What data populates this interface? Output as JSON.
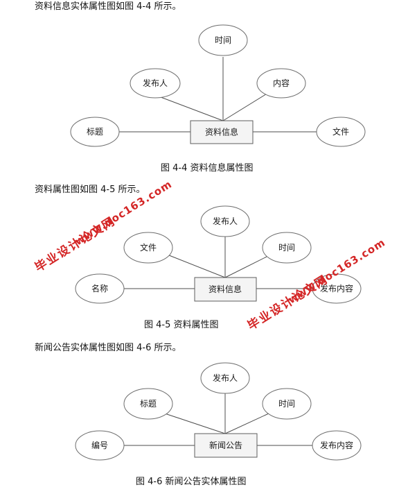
{
  "paragraphs": {
    "p1": "资料信息实体属性图如图 4-4 所示。",
    "p2": "资料属性图如图 4-5 所示。",
    "p3": "新闻公告实体属性图如图 4-6 所示。"
  },
  "captions": {
    "c1": "图 4-4 资料信息属性图",
    "c2": "图 4-5 资料属性图",
    "c3": "图 4-6 新闻公告实体属性图"
  },
  "diagrams": [
    {
      "entity": "资料信息",
      "attributes": [
        "时间",
        "发布人",
        "内容",
        "标题",
        "文件"
      ]
    },
    {
      "entity": "资料信息",
      "attributes": [
        "发布人",
        "文件",
        "时间",
        "名称",
        "发布内容"
      ]
    },
    {
      "entity": "新闻公告",
      "attributes": [
        "发布人",
        "标题",
        "时间",
        "编号",
        "发布内容"
      ]
    }
  ],
  "watermarks": {
    "url": "www.doc163.com",
    "site_name": "毕业设计论文网"
  },
  "colors": {
    "watermark": "#d42626",
    "entity_fill": "#f4f4f4",
    "outline": "#6d6d6d"
  }
}
